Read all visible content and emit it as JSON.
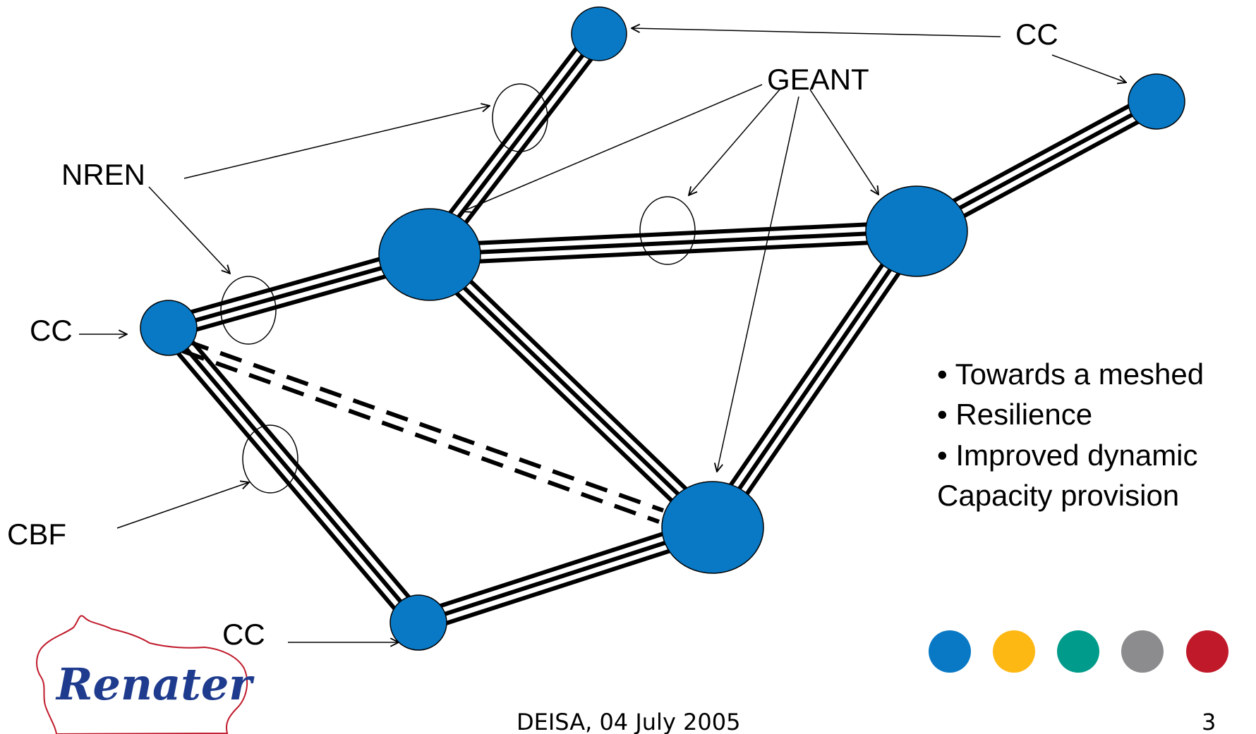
{
  "labels": {
    "cc_top": "CC",
    "geant": "GEANT",
    "nren": "NREN",
    "cc_left": "CC",
    "cbf": "CBF",
    "cc_bottom": "CC"
  },
  "bullets": [
    "• Towards a meshed",
    "• Resilience",
    "• Improved dynamic",
    "Capacity provision"
  ],
  "footer": {
    "event": "DEISA, 04 July 2005",
    "page_number": "3"
  },
  "logo": {
    "text": "Renater"
  },
  "colors": {
    "node": "#0979C5",
    "dot_blue": "#0979C5",
    "dot_yellow": "#FDB813",
    "dot_teal": "#009B8A",
    "dot_gray": "#8C8C8E",
    "dot_red": "#C0192A",
    "logo": "#1F3B8E"
  }
}
